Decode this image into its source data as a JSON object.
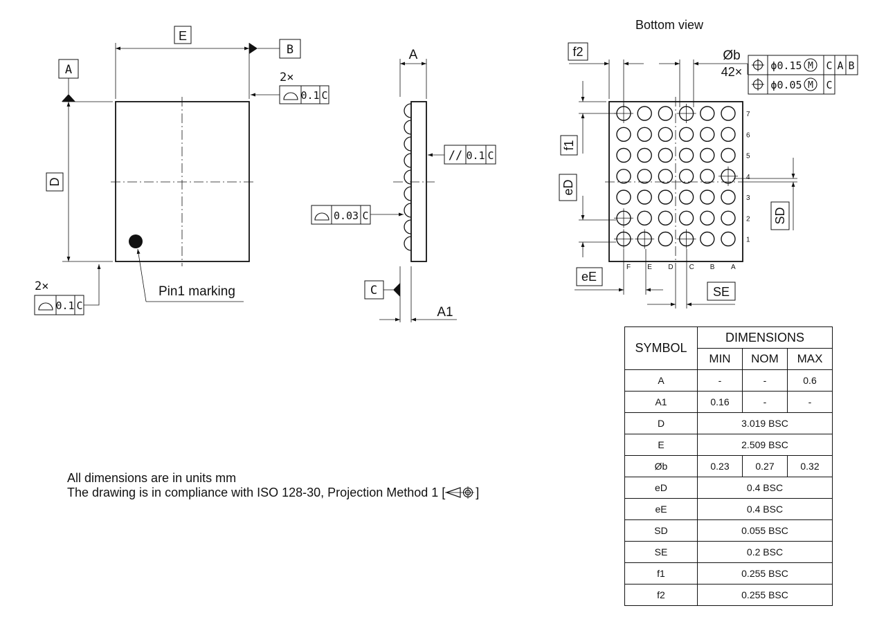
{
  "views": {
    "bottom_view_title": "Bottom view"
  },
  "top_view": {
    "dim_E": "E",
    "dim_D": "D",
    "datum_A": "A",
    "datum_B": "B",
    "count_right": "2×",
    "count_left": "2×",
    "flatness_right": "0.1",
    "flatness_left": "0.1",
    "datum_ref_right": "C",
    "datum_ref_left": "C",
    "pin1_label": "Pin1 marking"
  },
  "side_view": {
    "dim_A": "A",
    "dim_A1": "A1",
    "datum_C": "C",
    "parallelism_symbol": "//",
    "parallelism_value": "0.1",
    "parallelism_ref": "C",
    "coplanarity_value": "0.03",
    "coplanarity_ref": "C"
  },
  "bottom_view": {
    "dim_f2": "f2",
    "dim_f1": "f1",
    "dim_eD": "eD",
    "dim_eE": "eE",
    "dim_SD": "SD",
    "dim_SE": "SE",
    "ball_dia": "Øb",
    "ball_count": "42×",
    "tol1_value": "ϕ0.15",
    "tol1_mod": "M",
    "tol1_ref1": "C",
    "tol1_ref2": "A",
    "tol1_ref3": "B",
    "tol2_value": "ϕ0.05",
    "tol2_mod": "M",
    "tol2_ref1": "C",
    "row_labels": [
      "7",
      "6",
      "5",
      "4",
      "3",
      "2",
      "1"
    ],
    "col_labels": [
      "F",
      "E",
      "D",
      "C",
      "B",
      "A"
    ]
  },
  "notes": {
    "line1": "All dimensions are in units mm",
    "line2_prefix": "The drawing is in compliance with ISO 128-30, Projection Method 1 [",
    "line2_suffix": "]"
  },
  "table": {
    "symbol_header": "SYMBOL",
    "dimensions_header": "DIMENSIONS",
    "min_header": "MIN",
    "nom_header": "NOM",
    "max_header": "MAX",
    "rows": [
      {
        "symbol": "A",
        "min": "-",
        "nom": "-",
        "max": "0.6"
      },
      {
        "symbol": "A1",
        "min": "0.16",
        "nom": "-",
        "max": "-"
      },
      {
        "symbol": "D",
        "value": "3.019 BSC"
      },
      {
        "symbol": "E",
        "value": "2.509 BSC"
      },
      {
        "symbol": "Øb",
        "min": "0.23",
        "nom": "0.27",
        "max": "0.32"
      },
      {
        "symbol": "eD",
        "value": "0.4 BSC"
      },
      {
        "symbol": "eE",
        "value": "0.4 BSC"
      },
      {
        "symbol": "SD",
        "value": "0.055 BSC"
      },
      {
        "symbol": "SE",
        "value": "0.2 BSC"
      },
      {
        "symbol": "f1",
        "value": "0.255 BSC"
      },
      {
        "symbol": "f2",
        "value": "0.255 BSC"
      }
    ]
  }
}
